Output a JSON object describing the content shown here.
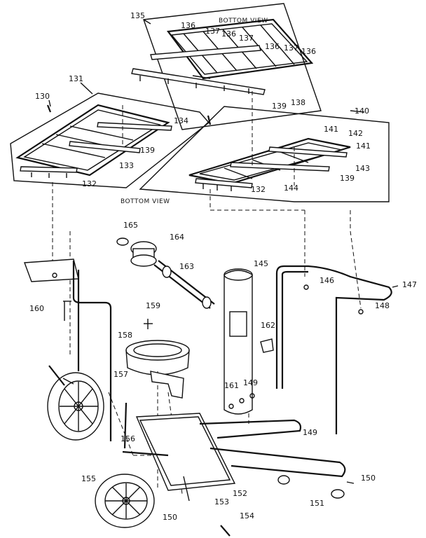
{
  "views": {
    "top_bottom_view": "BOTTOM VIEW",
    "left_bottom_view": "BOTTOM VIEW"
  },
  "parts": {
    "p130": "130",
    "p131": "131",
    "p132a": "132",
    "p132b": "132",
    "p133": "133",
    "p134": "134",
    "p135": "135",
    "p136a": "136",
    "p136b": "136",
    "p136c": "136",
    "p136d": "136",
    "p137a": "137",
    "p137b": "137",
    "p137c": "137",
    "p138": "138",
    "p139a": "139",
    "p139b": "139",
    "p139c": "139",
    "p140": "140",
    "p141a": "141",
    "p141b": "141",
    "p142": "142",
    "p143": "143",
    "p144": "144",
    "p145": "145",
    "p146": "146",
    "p147": "147",
    "p148": "148",
    "p149a": "149",
    "p149b": "149",
    "p150a": "150",
    "p150b": "150",
    "p151": "151",
    "p152": "152",
    "p153": "153",
    "p154": "154",
    "p155": "155",
    "p156": "156",
    "p157": "157",
    "p158": "158",
    "p159": "159",
    "p160": "160",
    "p161": "161",
    "p162": "162",
    "p163": "163",
    "p164": "164",
    "p165": "165"
  }
}
